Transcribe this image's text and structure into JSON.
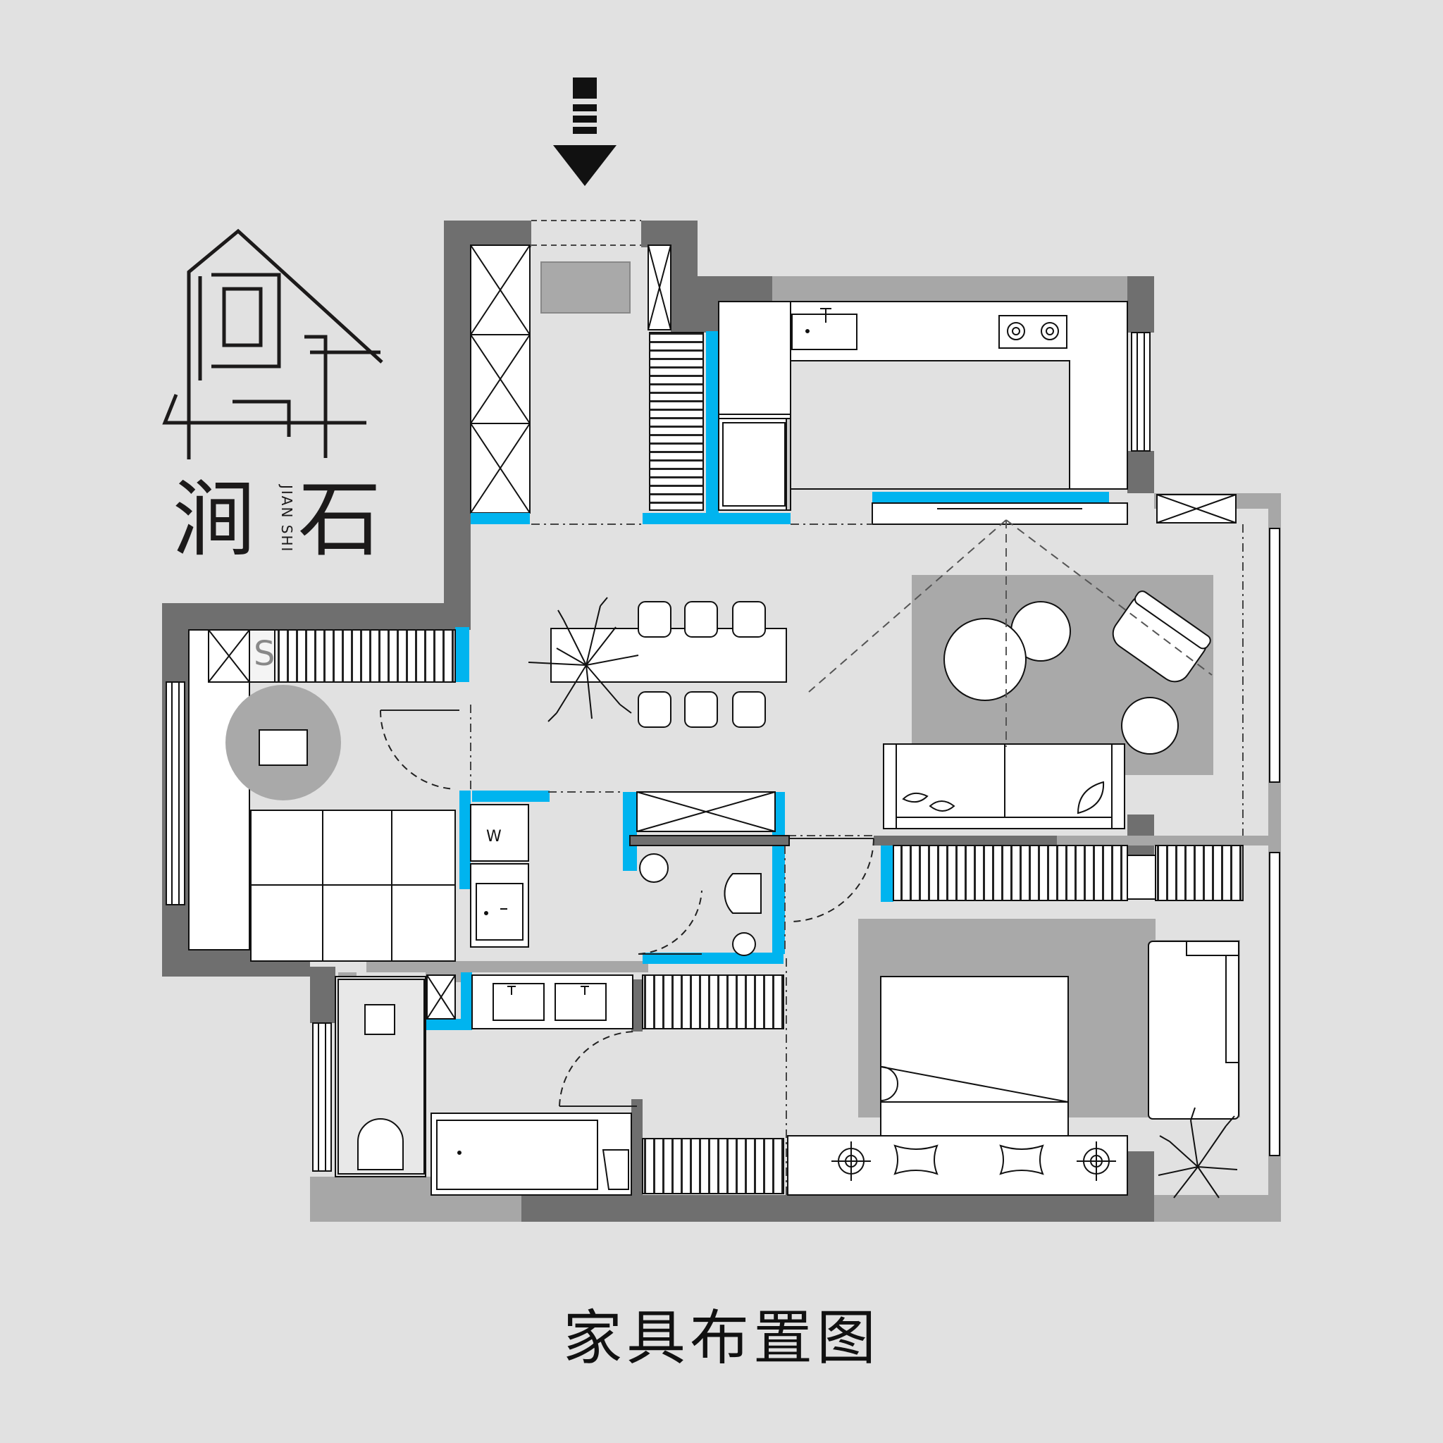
{
  "caption": "家具布置图",
  "brand": {
    "name_cn": "涧石",
    "name_en": "JIAN SHI"
  },
  "appliance_labels": {
    "washer": "W"
  },
  "colors": {
    "background": "#e1e1e1",
    "wall_dark": "#6f6f6f",
    "wall_light": "#a7a7a7",
    "accent_cyan": "#00b4ef",
    "furniture": "#ffffff",
    "rug": "#a9a9a9",
    "line": "#111111"
  },
  "icons": [
    "entrance-arrow-icon",
    "logo-house-icon",
    "plant-icon",
    "stove-icon",
    "sink-icon",
    "toilet-icon",
    "bathtub-icon",
    "door-swing-icon"
  ]
}
